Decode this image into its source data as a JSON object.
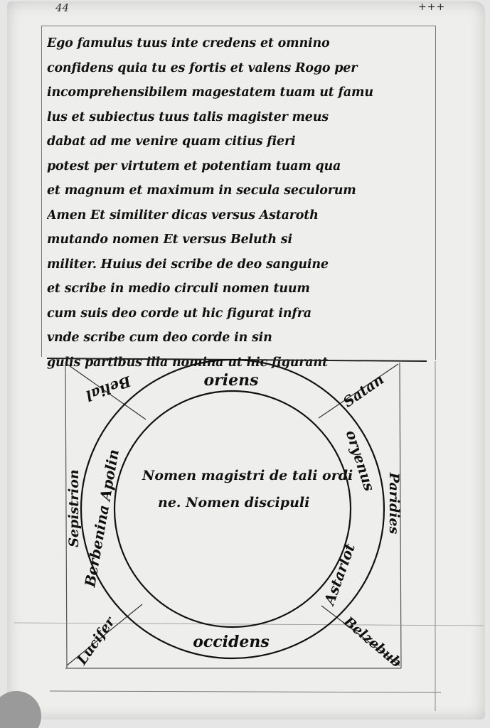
{
  "folio": "44",
  "corner_mark": "+++",
  "text_lines": [
    "Ego famulus tuus inte credens et omnino",
    "confidens quia tu es fortis et valens Rogo per",
    "incomprehensibilem magestatem tuam ut famu",
    "lus et subiectus tuus talis magister meus",
    "dabat ad me venire quam citius fieri",
    "potest per virtutem et potentiam tuam qua",
    "et magnum et maximum in secula seculorum",
    "Amen Et similiter dicas versus Astaroth",
    "mutando nomen Et versus Beluth si",
    "militer. Huius dei scribe de deo sanguine",
    "et scribe in medio circuli nomen tuum",
    "cum suis deo corde ut hic figurat infra",
    "vnde scribe cum deo corde in sin",
    "gulis partibus illa nomina ut hic figurant"
  ],
  "diagram": {
    "outer_circle_words": {
      "top": "oriens",
      "bottom": "occidens",
      "right": "oryenus",
      "lower_right": "Astarlot",
      "left": "Berbenina Apolin"
    },
    "center_lines": [
      "Nomen magistri de tali ordi",
      "ne. Nomen discipuli"
    ],
    "corner_names": {
      "top_left": "Belial",
      "top_right": "Satan",
      "left": "Sepistrion",
      "right": "Paridies",
      "bottom_left": "Lucifer",
      "bottom_right": "Belzebub"
    }
  }
}
